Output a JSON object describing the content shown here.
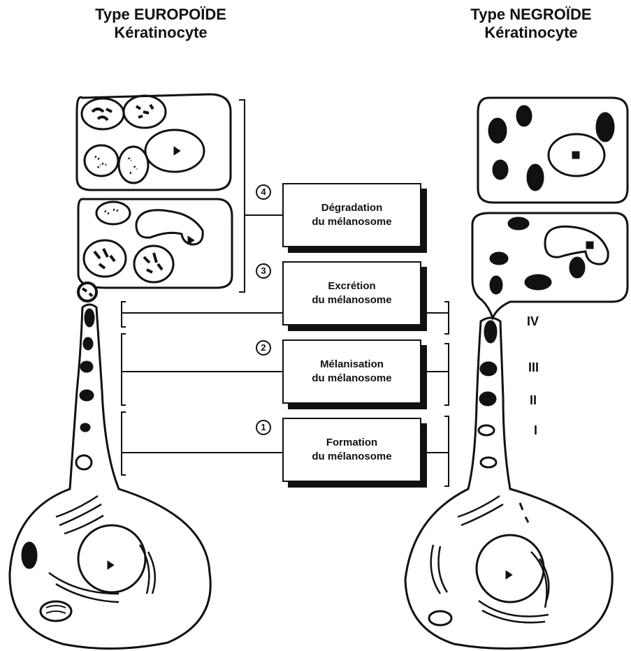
{
  "titles": {
    "left": {
      "line1": "Type EUROPOÏDE",
      "line2": "Kératinocyte"
    },
    "right": {
      "line1": "Type NEGROÏDE",
      "line2": "Kératinocyte"
    }
  },
  "steps": [
    {
      "number": "4",
      "line1": "Dégradation",
      "line2": "du mélanosome"
    },
    {
      "number": "3",
      "line1": "Excrétion",
      "line2": "du mélanosome"
    },
    {
      "number": "2",
      "line1": "Mélanisation",
      "line2": "du mélanosome"
    },
    {
      "number": "1",
      "line1": "Formation",
      "line2": "du mélanosome"
    }
  ],
  "stages": [
    "IV",
    "III",
    "II",
    "I"
  ]
}
